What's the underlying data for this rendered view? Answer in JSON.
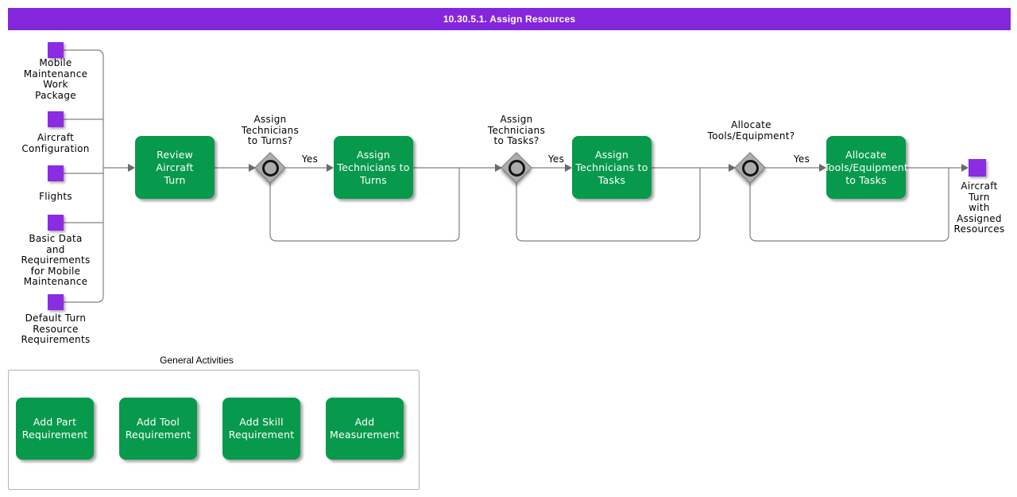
{
  "title": "10.30.5.1. Assign Resources",
  "colors": {
    "header_bg": "#8426DB",
    "artifact_fill": "#8B2BE2",
    "activity_fill": "#089A4C",
    "connector": "#808080"
  },
  "inputs": [
    {
      "label": "Mobile\nMaintenance\nWork\nPackage"
    },
    {
      "label": "Aircraft\nConfiguration"
    },
    {
      "label": "Flights"
    },
    {
      "label": "Basic Data\nand\nRequirements\nfor Mobile\nMaintenance"
    },
    {
      "label": "Default Turn\nResource\nRequirements"
    }
  ],
  "activities": [
    {
      "label": "Review Aircraft\nTurn"
    },
    {
      "label": "Assign\nTechnicians to\nTurns"
    },
    {
      "label": "Assign\nTechnicians to\nTasks"
    },
    {
      "label": "Allocate\nTools/Equipment\nto Tasks"
    }
  ],
  "decisions": [
    {
      "question": "Assign\nTechnicians\nto Turns?",
      "yes_label": "Yes"
    },
    {
      "question": "Assign\nTechnicians\nto Tasks?",
      "yes_label": "Yes"
    },
    {
      "question": "Allocate\nTools/Equipment?",
      "yes_label": "Yes"
    }
  ],
  "output": {
    "label": "Aircraft\nTurn\nwith\nAssigned\nResources"
  },
  "general_activities": {
    "title": "General Activities",
    "items": [
      {
        "label": "Add Part\nRequirement"
      },
      {
        "label": "Add Tool\nRequirement"
      },
      {
        "label": "Add Skill\nRequirement"
      },
      {
        "label": "Add\nMeasurement"
      }
    ]
  }
}
